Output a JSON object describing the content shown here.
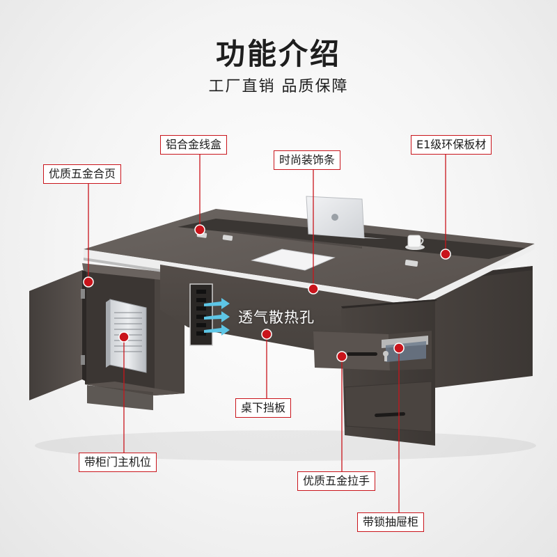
{
  "header": {
    "title": "功能介绍",
    "subtitle": "工厂直销 品质保障"
  },
  "callouts": {
    "cable_box": "铝合金线盒",
    "trim_strip": "时尚装饰条",
    "board": "E1级环保板材",
    "hinge": "优质五金合页",
    "vents": "透气散热孔",
    "modesty_panel": "桌下挡板",
    "host_cabinet": "带柜门主机位",
    "handle": "优质五金拉手",
    "lock_drawer": "带锁抽屉柜"
  },
  "colors": {
    "accent": "#c9141b",
    "wood": "#5e5753",
    "wood_dark": "#3f3a37",
    "wood_light": "#6f6863",
    "edge": "#f2f2f2",
    "vent_arrow": "#5ec6e6"
  },
  "icons": [
    "desk-illustration",
    "laptop-icon",
    "apple-logo-icon",
    "cup-icon",
    "computer-tower-icon",
    "lock-icon",
    "arrow-right-icon"
  ]
}
